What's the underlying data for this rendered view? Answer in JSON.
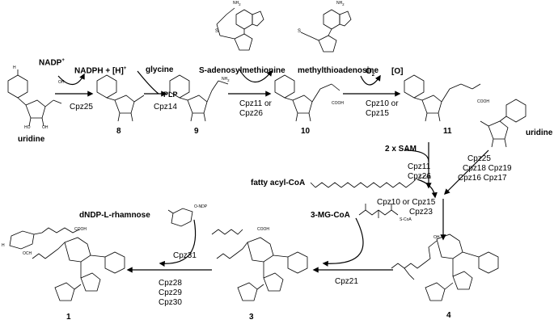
{
  "reagents": {
    "nadp": "NADP",
    "nadp_sup": "+",
    "nadph": "NADPH + [H]",
    "nadph_sup": "+",
    "glycine": "glycine",
    "plp": "PLP",
    "sam": "S-adenosylmethionine",
    "mta": "methylthioadenosine",
    "o2": "O",
    "o2_sub": "2",
    "o": "[O]",
    "two_sam": "2 x SAM",
    "fatty_acyl_coa": "fatty acyl-CoA",
    "mg_coa": "3-MG-CoA",
    "dndp": "dNDP-L-rhamnose",
    "uridine2": "uridine"
  },
  "enzymes": {
    "cpz25": "Cpz25",
    "cpz14": "Cpz14",
    "cpz11_26_a": "Cpz11 or",
    "cpz11_26_b": "Cpz26",
    "cpz10_15_a": "Cpz10 or",
    "cpz10_15_b": "Cpz15",
    "cpz11": "Cpz11",
    "cpz26": "Cpz26",
    "cpz25b": "Cpz25",
    "cpz18_19": "Cpz18 Cpz19",
    "cpz16_17": "Cpz16 Cpz17",
    "cpz10_15_c": "Cpz10 or Cpz15",
    "cpz23": "Cpz23",
    "cpz31": "Cpz31",
    "cpz28": "Cpz28",
    "cpz29": "Cpz29",
    "cpz30": "Cpz30",
    "cpz21": "Cpz21"
  },
  "compounds": {
    "uridine": "uridine",
    "c8": "8",
    "c9": "9",
    "c10": "10",
    "c11": "11",
    "c1": "1",
    "c3": "3",
    "c4": "4"
  },
  "atoms": {
    "nh2": "NH",
    "nh2_sub": "2",
    "oh": "OH",
    "ho": "HO",
    "o": "O",
    "n": "N",
    "s": "S",
    "s_plus": "S",
    "cooh": "COOH",
    "scoa": "S-CoA",
    "ndp": "O-NDP",
    "h3co": "H",
    "och3": "OCH",
    "h": "H"
  },
  "colors": {
    "ink": "#000000",
    "background": "#ffffff"
  }
}
